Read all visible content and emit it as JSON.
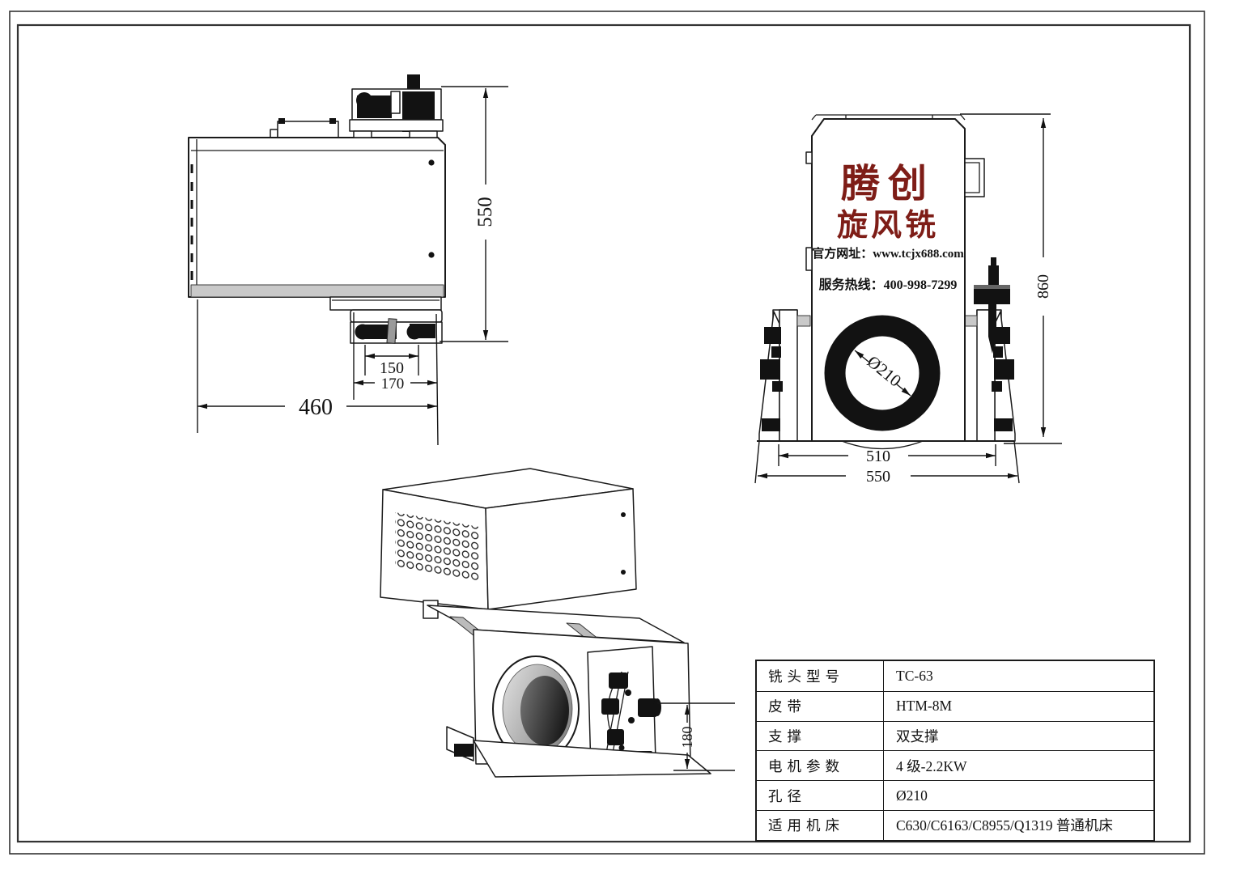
{
  "side_view": {
    "overall_height": "550",
    "slot_width": "150",
    "mount_width": "170",
    "body_length": "460"
  },
  "front_view": {
    "brand_line1": "腾创",
    "brand_line2": "旋风铣",
    "website": "官方网址：www.tcjx688.com",
    "hotline": "服务热线：400-998-7299",
    "bore_label": "Ø210",
    "mount_span": "510",
    "base_width": "550",
    "overall_height": "860"
  },
  "iso_view": {
    "bracket_offset": "180"
  },
  "spec_table": {
    "rows": [
      {
        "label": "铣头型号",
        "value": "TC-63"
      },
      {
        "label": "皮带",
        "value": "HTM-8M"
      },
      {
        "label": "支撑",
        "value": "双支撑"
      },
      {
        "label": "电机参数",
        "value": "4 级-2.2KW"
      },
      {
        "label": "孔径",
        "value": "Ø210"
      },
      {
        "label": "适用机床",
        "value": "C630/C6163/C8955/Q1319 普通机床"
      }
    ]
  },
  "colors": {
    "brand_red": "#7e1d17",
    "line": "#1a1a1a"
  }
}
